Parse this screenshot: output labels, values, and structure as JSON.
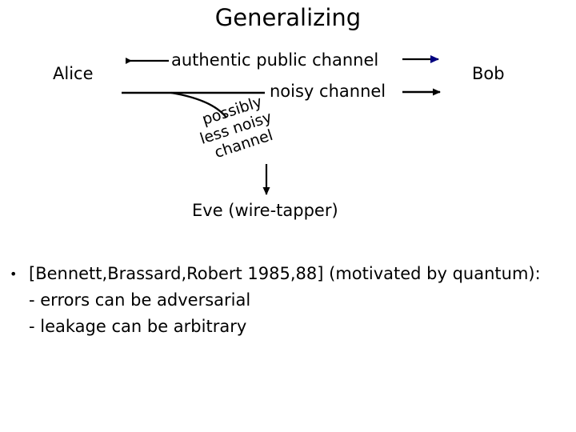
{
  "slide": {
    "title": "Generalizing",
    "background_color": "#ffffff",
    "text_color": "#000000"
  },
  "diagram": {
    "alice_label": "Alice",
    "bob_label": "Bob",
    "eve_label": "Eve (wire-tapper)",
    "authentic_channel_label": "authentic public channel",
    "noisy_channel_label": "noisy channel",
    "side_note": {
      "line1": "possibly",
      "line2": "less noisy",
      "line3": "channel"
    },
    "arrows": {
      "authentic_left_color": "#000000",
      "authentic_right_color": "#000080",
      "noisy_right_color": "#000000",
      "eve_down_color": "#000000",
      "curve_color": "#000000"
    }
  },
  "body": {
    "bullet_marker": "•",
    "bullet_text": "[Bennett,Brassard,Robert 1985,88] (motivated by quantum):",
    "sub_items": [
      "- errors can be adversarial",
      "- leakage can be arbitrary"
    ]
  }
}
